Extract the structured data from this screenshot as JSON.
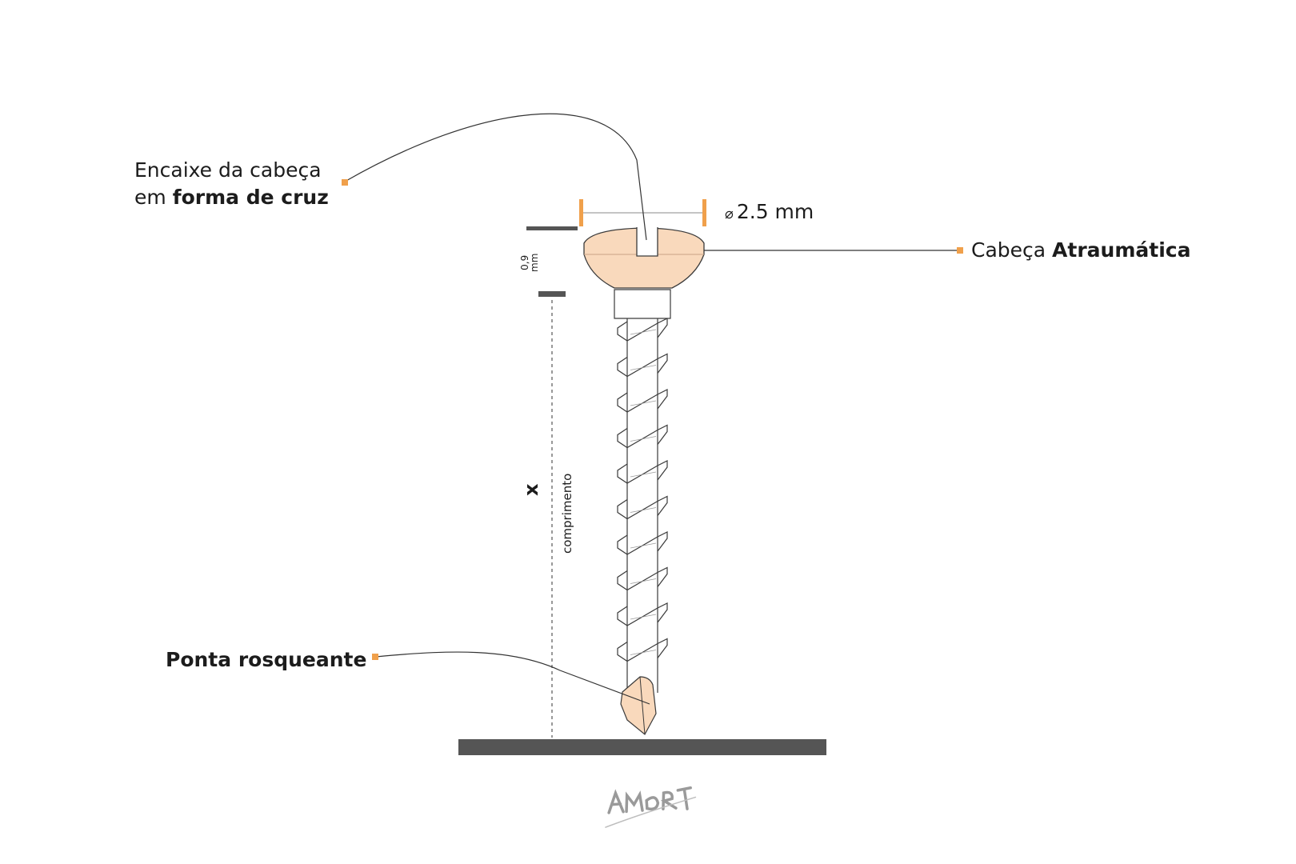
{
  "labels": {
    "encaixe_line1": "Encaixe da cabeça",
    "encaixe_line2_prefix": "em ",
    "encaixe_line2_bold": "forma de cruz",
    "cabeca_prefix": "Cabeça ",
    "cabeca_bold": "Atraumática",
    "ponta": "Ponta rosqueante",
    "diameter_symbol": "⌀",
    "diameter_value": "2.5 mm",
    "head_height_value": "0,9",
    "head_height_unit": "mm",
    "length_symbol": "x",
    "length_word": "comprimento"
  },
  "colors": {
    "accent": "#f0a04b",
    "head_fill": "#f9d9bc",
    "outline": "#3a3a3a",
    "dark_bar": "#555555",
    "text": "#1c1c1c"
  },
  "logo": {
    "text": "AMORT"
  }
}
